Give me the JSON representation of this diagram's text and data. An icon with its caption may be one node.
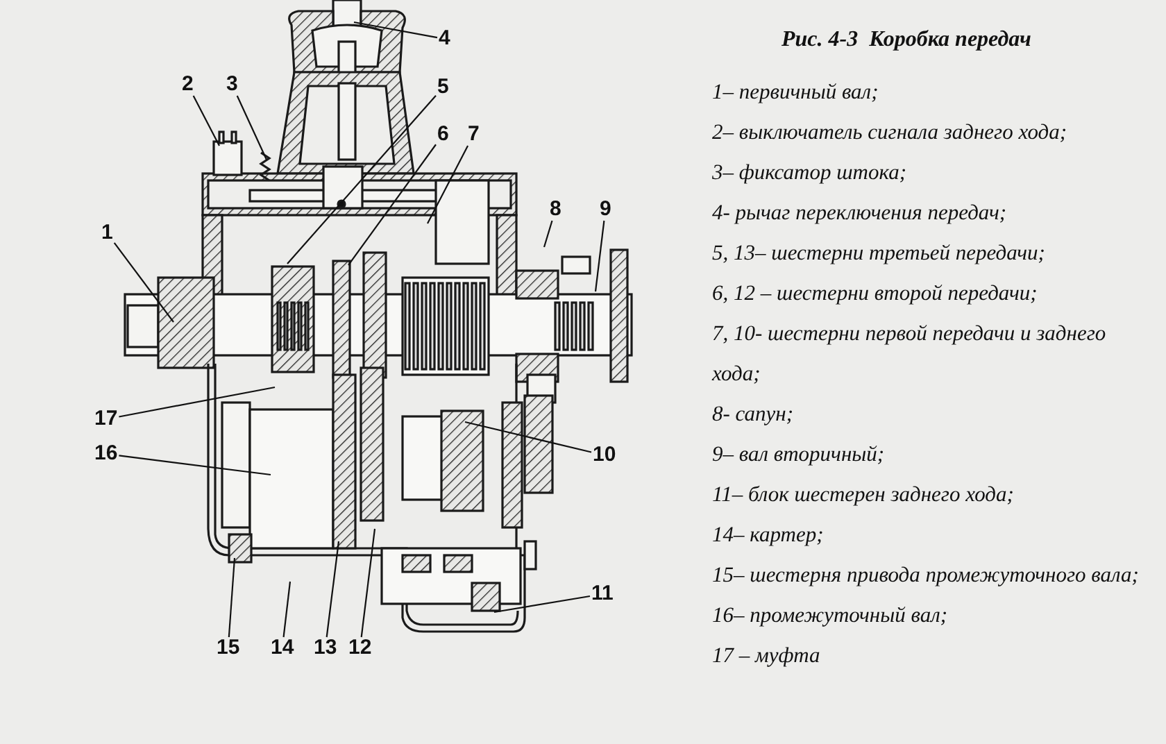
{
  "diagram": {
    "title": "Рис. 4-3  Коробка передач",
    "nodes": [
      {
        "text": [
          "1"
        ]
      },
      {
        "text": [
          "2"
        ]
      },
      {
        "text": [
          "3"
        ]
      },
      {
        "text": [
          "4"
        ]
      },
      {
        "text": [
          "5"
        ]
      },
      {
        "text": [
          "6"
        ]
      },
      {
        "text": [
          "7"
        ]
      },
      {
        "text": [
          "8"
        ]
      },
      {
        "text": [
          "9"
        ]
      },
      {
        "text": [
          "10"
        ]
      },
      {
        "text": [
          "11"
        ]
      },
      {
        "text": [
          "12"
        ]
      },
      {
        "text": [
          "13"
        ]
      },
      {
        "text": [
          "14"
        ]
      },
      {
        "text": [
          "15"
        ]
      },
      {
        "text": [
          "16"
        ]
      },
      {
        "text": [
          "17"
        ]
      }
    ],
    "edges": [
      {
        "from": 0,
        "to": null,
        "arrow": "none"
      },
      {
        "from": 1,
        "to": null,
        "arrow": "none"
      },
      {
        "from": 2,
        "to": null,
        "arrow": "none"
      },
      {
        "from": 3,
        "to": null,
        "arrow": "none"
      },
      {
        "from": 4,
        "to": null,
        "arrow": "none"
      },
      {
        "from": 5,
        "to": null,
        "arrow": "none"
      },
      {
        "from": 6,
        "to": null,
        "arrow": "none"
      },
      {
        "from": 7,
        "to": null,
        "arrow": "none"
      },
      {
        "from": 8,
        "to": null,
        "arrow": "none"
      },
      {
        "from": 9,
        "to": null,
        "arrow": "none"
      },
      {
        "from": 10,
        "to": null,
        "arrow": "none"
      },
      {
        "from": 11,
        "to": null,
        "arrow": "none"
      },
      {
        "from": 12,
        "to": null,
        "arrow": "none"
      },
      {
        "from": 13,
        "to": null,
        "arrow": "none"
      },
      {
        "from": 14,
        "to": null,
        "arrow": "none"
      },
      {
        "from": 15,
        "to": null,
        "arrow": "none"
      },
      {
        "from": 16,
        "to": null,
        "arrow": "none"
      }
    ],
    "labels": [
      "1– первичный вал;",
      "2– выключатель сигнала заднего хода;",
      "3– фиксатор штока;",
      "4- рычаг переключения передач;",
      "5, 13– шестерни третьей передачи;",
      "6, 12 – шестерни второй передачи;",
      "7, 10- шестерни первой передачи и заднего хода;",
      "8- сапун;",
      "9– вал вторичный;",
      "11– блок шестерен заднего хода;",
      "14– картер;",
      "15– шестерня привода промежуточного вала;",
      "16– промежуточный вал;",
      "17 – муфта"
    ]
  }
}
